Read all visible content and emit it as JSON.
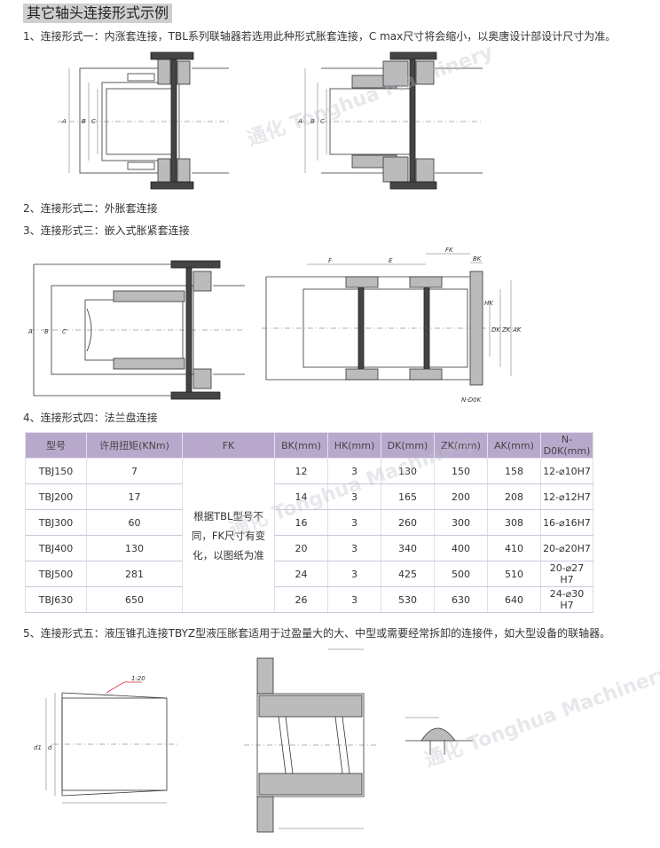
{
  "heading": "其它轴头连接形式示例",
  "section1": "1、连接形式一：内涨套连接，TBL系列联轴器若选用此种形式胀套连接，C max尺寸将会缩小，以奥唐设计部设计尺寸为准。",
  "section2": "2、连接形式二：外胀套连接",
  "section3": "3、连接形式三：嵌入式胀紧套连接",
  "section4": "4、连接形式四：法兰盘连接",
  "section5": "5、连接形式五：液压锥孔连接TBYZ型液压胀套适用于过盈量大的大、中型或需要经常拆卸的连接件，如大型设备的联轴器。",
  "watermark": "通化 Tonghua Machinery",
  "drawing_labels": {
    "a": "A",
    "b": "B",
    "c": "C",
    "f": "F",
    "e": "E",
    "fk": "FK",
    "bk": "BK",
    "hk": "HK",
    "dk": "DK",
    "zk": "ZK",
    "ak": "AK",
    "nd": "N-D0K",
    "taper": "1:20",
    "d1": "d1",
    "d": "d"
  },
  "table": {
    "headers": [
      "型号",
      "许用扭矩(KNm)",
      "FK",
      "BK(mm)",
      "HK(mm)",
      "DK(mm)",
      "ZK(mm)",
      "AK(mm)",
      "N-D0K(mm)"
    ],
    "fk_note": [
      "根据TBL型号不",
      "同，FK尺寸有变",
      "化，以图纸为准"
    ],
    "rows": [
      {
        "model": "TBJ150",
        "torque": "7",
        "bk": "12",
        "hk": "3",
        "dk": "130",
        "zk": "150",
        "ak": "158",
        "nd": "12-⌀10H7"
      },
      {
        "model": "TBJ200",
        "torque": "17",
        "bk": "14",
        "hk": "3",
        "dk": "165",
        "zk": "200",
        "ak": "208",
        "nd": "12-⌀12H7"
      },
      {
        "model": "TBJ300",
        "torque": "60",
        "bk": "16",
        "hk": "3",
        "dk": "260",
        "zk": "300",
        "ak": "308",
        "nd": "16-⌀16H7"
      },
      {
        "model": "TBJ400",
        "torque": "130",
        "bk": "20",
        "hk": "3",
        "dk": "340",
        "zk": "400",
        "ak": "410",
        "nd": "20-⌀20H7"
      },
      {
        "model": "TBJ500",
        "torque": "281",
        "bk": "24",
        "hk": "3",
        "dk": "425",
        "zk": "500",
        "ak": "510",
        "nd": "20-⌀27 H7"
      },
      {
        "model": "TBJ630",
        "torque": "650",
        "bk": "26",
        "hk": "3",
        "dk": "530",
        "zk": "630",
        "ak": "640",
        "nd": "24-⌀30 H7"
      }
    ]
  }
}
